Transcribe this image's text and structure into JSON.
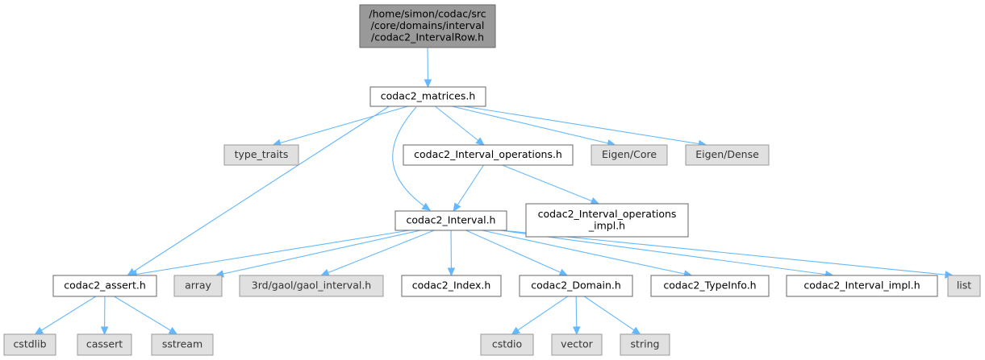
{
  "graph": {
    "nodes": [
      {
        "id": "root",
        "lines": [
          "/home/simon/codac/src",
          "/core/domains/interval",
          "/codac2_IntervalRow.h"
        ],
        "kind": "root"
      },
      {
        "id": "matrices",
        "lines": [
          "codac2_matrices.h"
        ],
        "kind": "documented"
      },
      {
        "id": "type_traits",
        "lines": [
          "type_traits"
        ],
        "kind": "external"
      },
      {
        "id": "interval_operations",
        "lines": [
          "codac2_Interval_operations.h"
        ],
        "kind": "documented"
      },
      {
        "id": "eigen_core",
        "lines": [
          "Eigen/Core"
        ],
        "kind": "external"
      },
      {
        "id": "eigen_dense",
        "lines": [
          "Eigen/Dense"
        ],
        "kind": "external"
      },
      {
        "id": "interval",
        "lines": [
          "codac2_Interval.h"
        ],
        "kind": "documented"
      },
      {
        "id": "interval_operations_impl",
        "lines": [
          "codac2_Interval_operations",
          "_impl.h"
        ],
        "kind": "documented"
      },
      {
        "id": "assert",
        "lines": [
          "codac2_assert.h"
        ],
        "kind": "documented"
      },
      {
        "id": "array",
        "lines": [
          "array"
        ],
        "kind": "external"
      },
      {
        "id": "gaol",
        "lines": [
          "3rd/gaol/gaol_interval.h"
        ],
        "kind": "external"
      },
      {
        "id": "index",
        "lines": [
          "codac2_Index.h"
        ],
        "kind": "documented"
      },
      {
        "id": "domain",
        "lines": [
          "codac2_Domain.h"
        ],
        "kind": "documented"
      },
      {
        "id": "typeinfo",
        "lines": [
          "codac2_TypeInfo.h"
        ],
        "kind": "documented"
      },
      {
        "id": "interval_impl",
        "lines": [
          "codac2_Interval_impl.h"
        ],
        "kind": "documented"
      },
      {
        "id": "list",
        "lines": [
          "list"
        ],
        "kind": "external"
      },
      {
        "id": "cstdlib",
        "lines": [
          "cstdlib"
        ],
        "kind": "external"
      },
      {
        "id": "cassert",
        "lines": [
          "cassert"
        ],
        "kind": "external"
      },
      {
        "id": "sstream",
        "lines": [
          "sstream"
        ],
        "kind": "external"
      },
      {
        "id": "cstdio",
        "lines": [
          "cstdio"
        ],
        "kind": "external"
      },
      {
        "id": "vector",
        "lines": [
          "vector"
        ],
        "kind": "external"
      },
      {
        "id": "string",
        "lines": [
          "string"
        ],
        "kind": "external"
      }
    ],
    "edges": [
      {
        "from": "root",
        "to": "matrices"
      },
      {
        "from": "matrices",
        "to": "type_traits"
      },
      {
        "from": "matrices",
        "to": "assert"
      },
      {
        "from": "matrices",
        "to": "interval"
      },
      {
        "from": "matrices",
        "to": "interval_operations"
      },
      {
        "from": "matrices",
        "to": "eigen_core"
      },
      {
        "from": "matrices",
        "to": "eigen_dense"
      },
      {
        "from": "interval_operations",
        "to": "interval"
      },
      {
        "from": "interval_operations",
        "to": "interval_operations_impl"
      },
      {
        "from": "interval",
        "to": "assert"
      },
      {
        "from": "interval",
        "to": "array"
      },
      {
        "from": "interval",
        "to": "gaol"
      },
      {
        "from": "interval",
        "to": "index"
      },
      {
        "from": "interval",
        "to": "domain"
      },
      {
        "from": "interval",
        "to": "typeinfo"
      },
      {
        "from": "interval",
        "to": "interval_impl"
      },
      {
        "from": "interval",
        "to": "list"
      },
      {
        "from": "assert",
        "to": "cstdlib"
      },
      {
        "from": "assert",
        "to": "cassert"
      },
      {
        "from": "assert",
        "to": "sstream"
      },
      {
        "from": "domain",
        "to": "cstdio"
      },
      {
        "from": "domain",
        "to": "vector"
      },
      {
        "from": "domain",
        "to": "string"
      }
    ]
  }
}
